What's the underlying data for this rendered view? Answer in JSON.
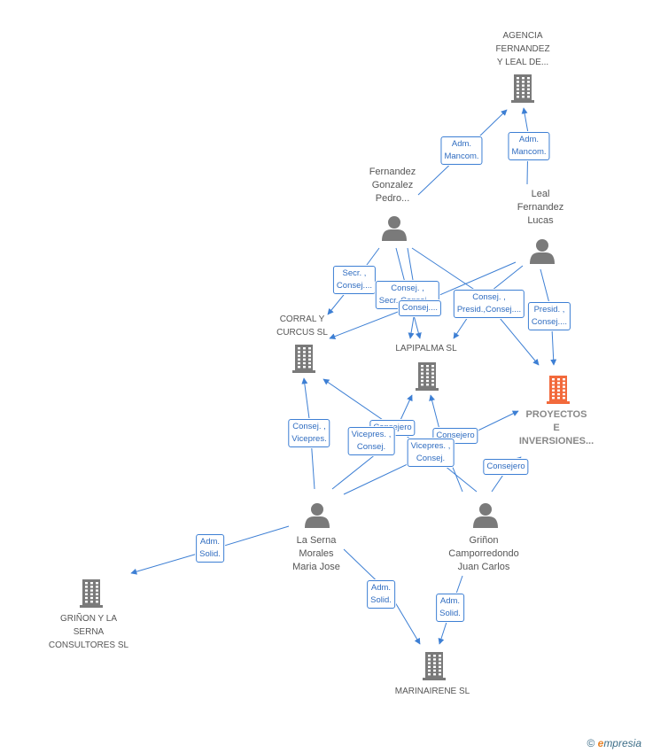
{
  "nodes": [
    {
      "id": "agencia",
      "kind": "company",
      "label": "AGENCIA\nFERNANDEZ\nY LEAL DE...",
      "name": "node-agencia-fernandez"
    },
    {
      "id": "fernandez",
      "kind": "person",
      "label": "Fernandez\nGonzalez\nPedro...",
      "name": "node-fernandez-gonzalez"
    },
    {
      "id": "leal",
      "kind": "person",
      "label": "Leal\nFernandez\nLucas",
      "name": "node-leal-fernandez"
    },
    {
      "id": "corral",
      "kind": "company",
      "label": "CORRAL Y\nCURCUS SL",
      "name": "node-corral-curcus"
    },
    {
      "id": "lapipalma",
      "kind": "company",
      "label": "LAPIPALMA SL",
      "name": "node-lapipalma"
    },
    {
      "id": "proyectos",
      "kind": "focus",
      "label": "PROYECTOS\nE\nINVERSIONES...",
      "name": "node-proyectos-inversiones"
    },
    {
      "id": "laserna",
      "kind": "person",
      "label": "La Serna\nMorales\nMaria Jose",
      "name": "node-la-serna-morales"
    },
    {
      "id": "grinon",
      "kind": "person",
      "label": "Griñon\nCamporredondo\nJuan Carlos",
      "name": "node-grinon-camporredondo"
    },
    {
      "id": "grinonserna",
      "kind": "company",
      "label": "GRIÑON Y LA\nSERNA\nCONSULTORES SL",
      "name": "node-grinon-serna-consultores"
    },
    {
      "id": "marinairene",
      "kind": "company",
      "label": "MARINAIRENE SL",
      "name": "node-marinairene"
    }
  ],
  "edges": [
    {
      "label": "Adm.\nMancom.",
      "name": "edge-fernandez-agencia"
    },
    {
      "label": "Adm.\nMancom.",
      "name": "edge-leal-agencia"
    },
    {
      "label": "Secr. ,\nConsej....",
      "name": "edge-fernandez-corral"
    },
    {
      "label": "Consej. ,\nSecr.,Consej....",
      "name": "edge-fernandez-lapipalma"
    },
    {
      "label": "Consej....",
      "name": "edge-fernandez-lapipalma-2"
    },
    {
      "label": "Consej. ,\nPresid.,Consej....",
      "name": "edge-leal-corral"
    },
    {
      "label": "Presid. ,\nConsej....",
      "name": "edge-leal-proyectos"
    },
    {
      "label": "Consej. ,\nVicepres.",
      "name": "edge-laserna-corral"
    },
    {
      "label": "Consejero",
      "name": "edge-laserna-lapipalma"
    },
    {
      "label": "Vicepres. ,\nConsej.",
      "name": "edge-laserna-proyectos"
    },
    {
      "label": "Consejero",
      "name": "edge-grinon-lapipalma"
    },
    {
      "label": "Vicepres. ,\nConsej.",
      "name": "edge-grinon-corral"
    },
    {
      "label": "Consejero",
      "name": "edge-grinon-proyectos"
    },
    {
      "label": "Adm.\nSolid.",
      "name": "edge-laserna-grinonserna"
    },
    {
      "label": "Adm.\nSolid.",
      "name": "edge-laserna-marinairene"
    },
    {
      "label": "Adm.\nSolid.",
      "name": "edge-grinon-marinairene"
    }
  ],
  "colors": {
    "edge": "#3d7fd4",
    "node_gray": "#7a7a7a",
    "focus": "#f26a3c",
    "label_text": "#555555"
  },
  "footer": {
    "copyright": "©",
    "brand_e": "e",
    "brand_rest": "mpresia"
  }
}
